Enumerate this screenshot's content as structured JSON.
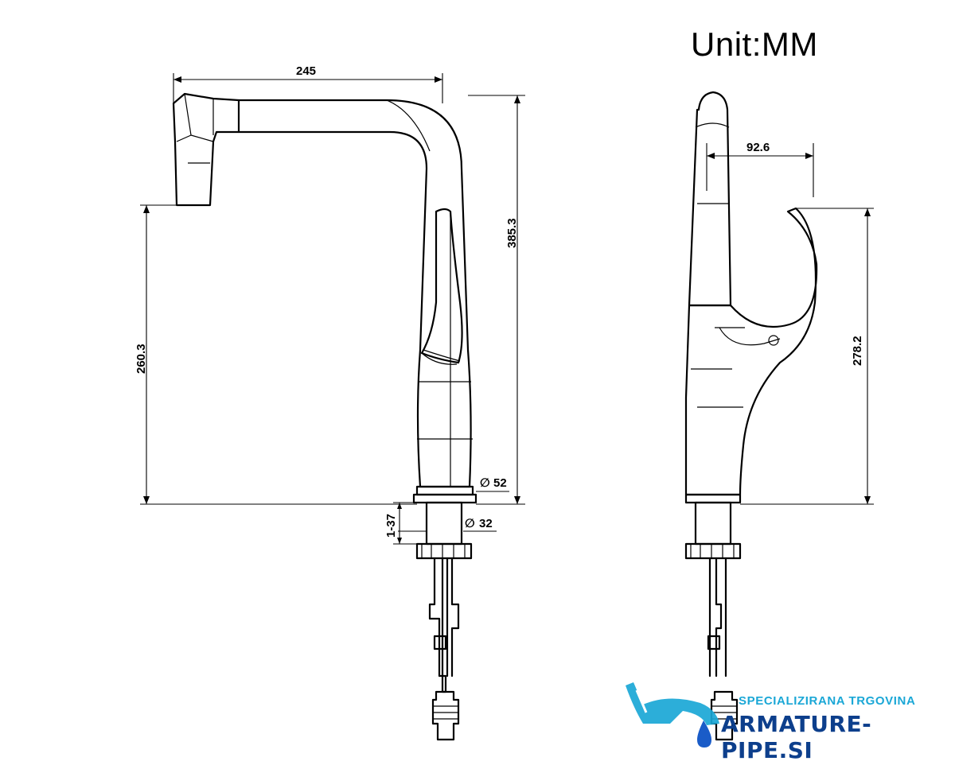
{
  "unit_label": "Unit:MM",
  "dimensions": {
    "width_spout": "245",
    "height_total": "385.3",
    "height_spout": "260.3",
    "base_diameter": "52",
    "shank_diameter": "32",
    "deck_thickness": "1-37",
    "side_height": "278.2",
    "side_offset": "92.6",
    "diameter_symbol": "∅"
  },
  "watermark": {
    "line1": "SPECIALIZIRANA TRGOVINA",
    "line2": "ARMATURE-PIPE.SI",
    "icon": "faucet-drop-icon",
    "colors": {
      "accent": "#1aa7d6",
      "primary": "#0d3f8c"
    }
  }
}
